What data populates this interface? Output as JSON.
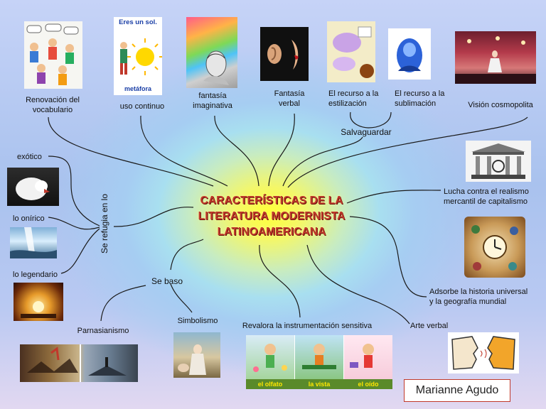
{
  "central_title": {
    "line1": "CARACTERÍSTICAS DE LA",
    "line2": "LITERATURA MODERNISTA",
    "line3": "LATINOAMERICANA"
  },
  "branches": {
    "renovacion": {
      "line1": "Renovación del",
      "line2": "vocabulario"
    },
    "uso_continuo": "uso continuo",
    "metafora_image": {
      "top": "Eres un sol.",
      "bottom": "metáfora"
    },
    "fantasia_imaginativa": {
      "line1": "fantasía",
      "line2": "imaginativa"
    },
    "fantasia_verbal": {
      "line1": "Fantasía",
      "line2": "verbal"
    },
    "estilizacion": {
      "line1": "El recurso a la",
      "line2": "estilización"
    },
    "sublimacion": {
      "line1": "El recurso a la",
      "line2": "sublimación"
    },
    "vision_cosmopolita": "Visión cosmopolita",
    "salvaguardar": "Salvaguardar",
    "lucha": {
      "line1": "Lucha contra el realismo",
      "line2": "mercantil de capitalismo"
    },
    "adsorbe": {
      "line1": "Adsorbe la historia universal",
      "line2": "y la geografía mundial"
    },
    "arte_verbal": "Arte  verbal",
    "revalora": "Revalora la instrumentación sensitiva",
    "simbolismo": "Simbolismo",
    "parnasianismo": "Parnasianismo",
    "se_baso": "Se baso",
    "se_refugia": "Se refugia en lo",
    "exotico": "exótico",
    "onirico": "lo onírico",
    "legendario": "lo legendario"
  },
  "senses_strip": [
    "el olfato",
    "la vista",
    "el oído"
  ],
  "author": "Marianne Agudo",
  "colors": {
    "title": "#c0392b",
    "center_glow": "#ffff38",
    "background": "#a9c2ee",
    "author_border": "#c0392b",
    "lines": "#1a1a1a"
  }
}
